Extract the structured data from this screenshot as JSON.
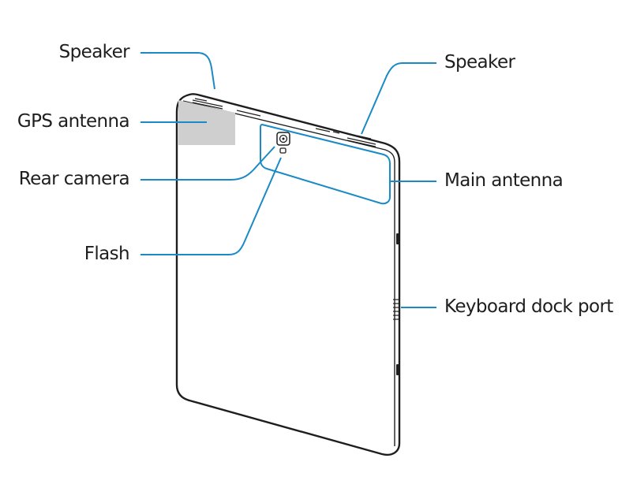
{
  "diagram": {
    "labels": {
      "speaker_left": "Speaker",
      "gps_antenna": "GPS antenna",
      "rear_camera": "Rear camera",
      "flash": "Flash",
      "speaker_right": "Speaker",
      "main_antenna": "Main antenna",
      "keyboard_dock_port": "Keyboard dock port"
    },
    "colors": {
      "callout": "#1a8ac6",
      "outline": "#1e1e1e",
      "gps_area": "#cfcfcf",
      "background": "#ffffff"
    }
  }
}
